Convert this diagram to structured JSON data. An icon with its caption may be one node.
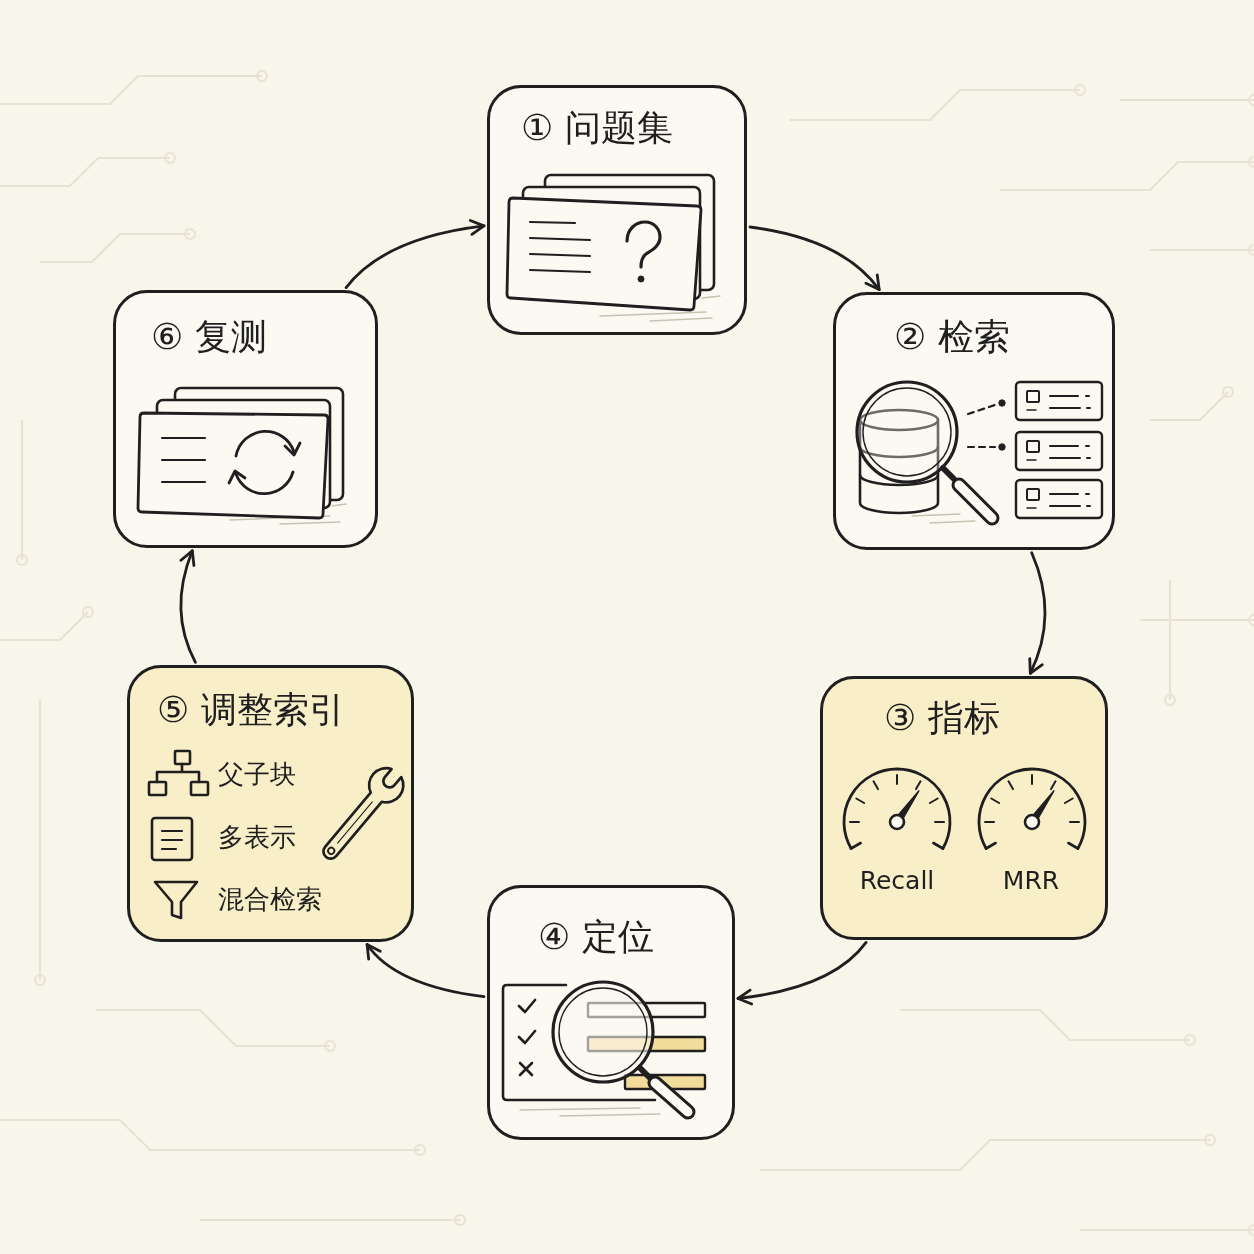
{
  "diagram": {
    "nodes": [
      {
        "text": [
          "① 问题集"
        ]
      },
      {
        "text": [
          "② 检索"
        ]
      },
      {
        "text": [
          "③ 指标",
          "Recall",
          "MRR"
        ]
      },
      {
        "text": [
          "④ 定位"
        ]
      },
      {
        "text": [
          "⑤ 调整索引",
          "父子块",
          "多表示",
          "混合检索"
        ]
      },
      {
        "text": [
          "⑥ 复测"
        ]
      }
    ],
    "edges": [
      {
        "from": 0,
        "to": 1,
        "arrow": "to"
      },
      {
        "from": 1,
        "to": 2,
        "arrow": "to"
      },
      {
        "from": 2,
        "to": 3,
        "arrow": "to"
      },
      {
        "from": 3,
        "to": 4,
        "arrow": "to"
      },
      {
        "from": 4,
        "to": 5,
        "arrow": "to"
      },
      {
        "from": 5,
        "to": 0,
        "arrow": "to"
      }
    ]
  }
}
